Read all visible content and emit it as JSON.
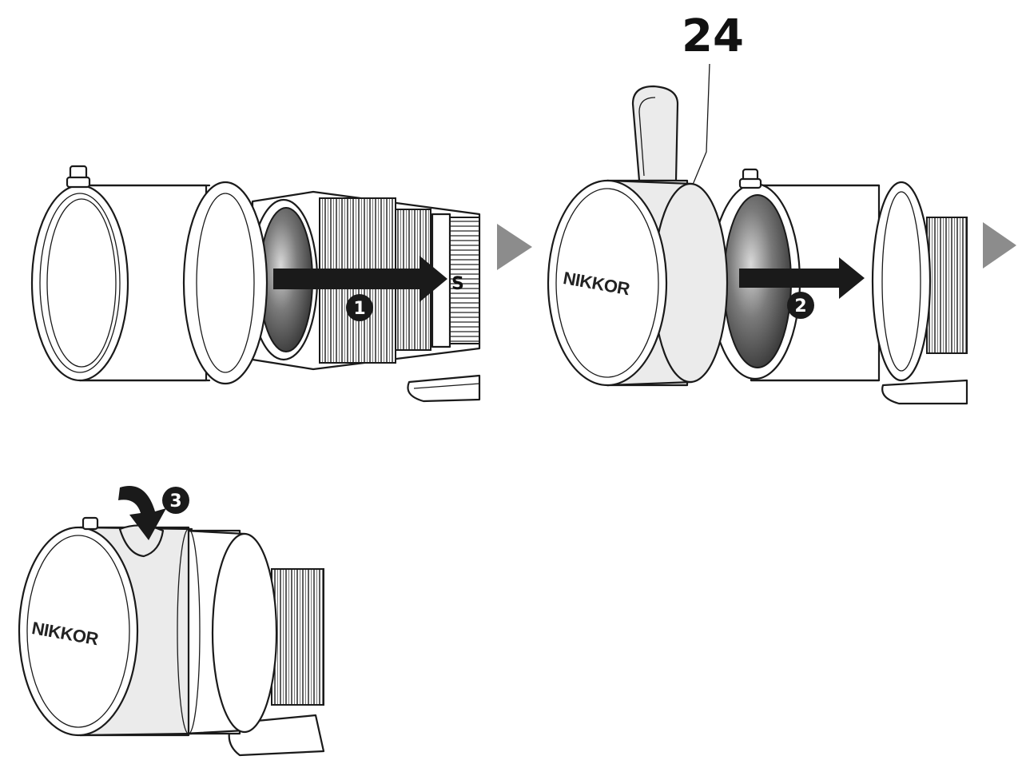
{
  "diagram": {
    "callout_number": "24",
    "brand_label_1": "NIKKOR",
    "brand_label_2": "NIKKOR",
    "scale_letter": "S",
    "steps": [
      {
        "label": "1"
      },
      {
        "label": "2"
      },
      {
        "label": "3"
      }
    ],
    "colors": {
      "ink": "#1a1a1a",
      "next_arrow": "#8c8c8c",
      "glass_dark": "#4a4a4a",
      "cap_tint": "#ebebeb"
    },
    "icons": [
      "next-arrow-icon",
      "push-arrow-icon",
      "press-arrow-icon",
      "step-number-icon"
    ]
  }
}
